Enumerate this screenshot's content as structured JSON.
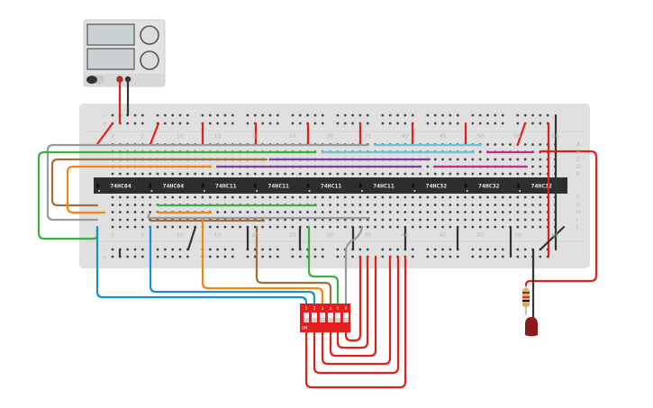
{
  "canvas": {
    "background": "#ffffff"
  },
  "power_supply": {
    "body_color": "#e2e2e2",
    "display_color": "#c9d1d3",
    "output_positive_color": "#e0201b",
    "output_negative_color": "#333333"
  },
  "breadboard": {
    "color": "#e0e0e0",
    "column_labels": [
      "1",
      "5",
      "10",
      "15",
      "20",
      "25",
      "30",
      "35",
      "40",
      "45",
      "50",
      "55",
      "60"
    ],
    "column_label_numbers": [
      1,
      5,
      10,
      15,
      20,
      25,
      30,
      35,
      40,
      45,
      50,
      55,
      60
    ],
    "top_row_letters": [
      "A",
      "B",
      "C",
      "D",
      "E"
    ],
    "bottom_row_letters": [
      "F",
      "G",
      "H",
      "I",
      "J"
    ],
    "rail_signs": {
      "minus": "−",
      "plus": "+"
    }
  },
  "chips": [
    {
      "label": "74HC04"
    },
    {
      "label": "74HC04"
    },
    {
      "label": "74HC11"
    },
    {
      "label": "74HC11"
    },
    {
      "label": "74HC11"
    },
    {
      "label": "74HC11"
    },
    {
      "label": "74HC32"
    },
    {
      "label": "74HC32"
    },
    {
      "label": "74HC32"
    }
  ],
  "dip_switch": {
    "positions": [
      "1",
      "2",
      "3",
      "4",
      "5",
      "6"
    ],
    "on_label": "ON",
    "color": "#e31e1e"
  },
  "led": {
    "color": "#8b1a1a"
  },
  "wire_colors": {
    "red": "#e0201b",
    "black": "#333333",
    "gray": "#9a9a9a",
    "green": "#3cb043",
    "brown": "#a0703c",
    "orange": "#f0870f",
    "purple": "#7b3f9e",
    "cyan": "#6cc3d5",
    "magenta": "#c62a8f",
    "blue": "#1a8fd0"
  }
}
